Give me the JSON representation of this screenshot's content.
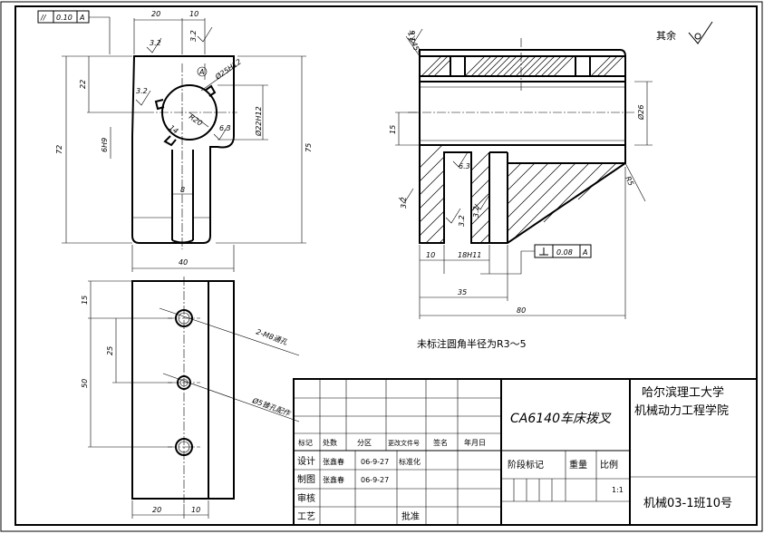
{
  "title_block": {
    "part_name": "CA6140车床拨叉",
    "university": "哈尔滨理工大学",
    "college": "机械动力工程学院",
    "class_no": "机械03-1班10号",
    "headers": {
      "mark": "标记",
      "count": "处数",
      "zone": "分区",
      "change_doc": "更改文件号",
      "sign": "签名",
      "date": "年月日"
    },
    "roles": {
      "design": "设计",
      "draw": "制图",
      "review": "审核",
      "process": "工艺",
      "standardize": "标准化",
      "approve": "批准"
    },
    "designer": "张鑫春",
    "design_date": "06-9-27",
    "drawer": "张鑫春",
    "draw_date": "06-9-27",
    "stage_mark": "阶段标记",
    "weight": "重量",
    "scale_label": "比例",
    "scale_value": "1:1"
  },
  "notes": {
    "fillet": "未标注圆角半径为R3～5",
    "rest_roughness": "其余"
  },
  "dimensions": {
    "front_top_20": "20",
    "front_top_10": "10",
    "front_h_72": "72",
    "front_h_75": "75",
    "front_22": "22",
    "front_6h9": "6H9",
    "front_w_40": "40",
    "front_8": "8",
    "front_d25h12": "Ø25H12",
    "front_d22h12": "Ø22H12",
    "front_r20": "R20",
    "front_14": "14",
    "plan_15": "15",
    "plan_25": "25",
    "plan_50": "50",
    "plan_bot_20": "20",
    "plan_bot_10": "10",
    "plan_holes": "2-M8通孔",
    "plan_hole2": "Ø5锥孔配作",
    "sec_d26": "Ø26",
    "sec_15": "15",
    "sec_10": "10",
    "sec_18h11": "18H11",
    "sec_35": "35",
    "sec_80": "80",
    "sec_chamfer": "1×45°",
    "sec_r5": "R5",
    "tol_flat_sym": "//",
    "tol_flat_val": "0.10",
    "tol_flat_datum": "A",
    "tol_perp_val": "0.08",
    "tol_perp_datum": "A",
    "datum_a": "A",
    "rough_32": "3.2",
    "rough_63": "6.3",
    "rough_16": "1.6"
  }
}
